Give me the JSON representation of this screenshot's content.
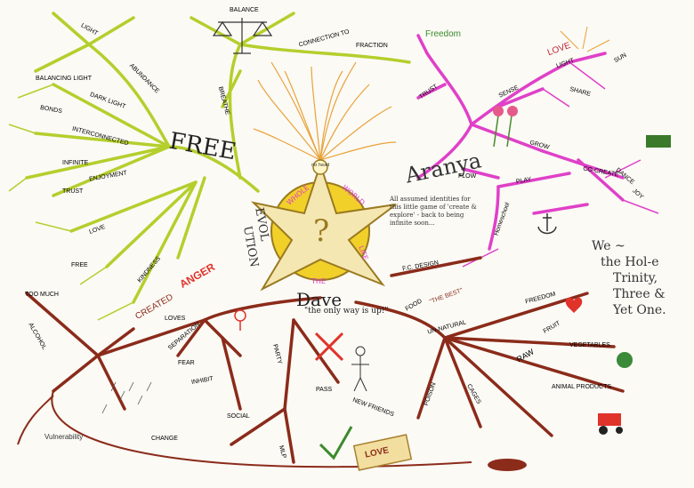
{
  "branches": {
    "free": {
      "label": "FREE",
      "color": "#b4cf2c"
    },
    "aranya": {
      "label": "Aranya",
      "color": "#e040c8"
    },
    "dave": {
      "label": "Dave",
      "color": "#8b2b1a"
    }
  },
  "center": {
    "question": "?",
    "head_note": "no head",
    "star_words": [
      "WHOLE",
      "WORLD",
      "LIFE",
      "THE"
    ],
    "side_words": [
      "EVOL",
      "UTION"
    ],
    "caption": "All assumed identities for this little game of 'create & explore' - back to being infinite soon..."
  },
  "free_labels": [
    "BALANCE",
    "CONNECTION TO",
    "FRACTION",
    "LIGHT",
    "BALANCING LIGHT",
    "DARK LIGHT",
    "ABUNDANCE",
    "INTERCONNECTED",
    "INFINITE",
    "FREE",
    "ENJOYMENT",
    "BONDS",
    "TRUST",
    "LOVE",
    "BREATHE",
    "KINDNESS"
  ],
  "aranya_labels": [
    "LOVE",
    "LIGHT",
    "Freedom",
    "SENSE",
    "SUN",
    "TRUST",
    "SHARE",
    "GROW",
    "CO-CREATE",
    "DANCE",
    "JOY",
    "PLAY",
    "FLOW",
    "Homeschool"
  ],
  "dave_labels": [
    "ANGER",
    "CREATED",
    "LOVES",
    "FEAR",
    "TOO MUCH",
    "ALCOHOL",
    "SEPARATION",
    "INHIBIT",
    "SOCIAL",
    "CHANGE",
    "Vulnerability",
    "PARTY",
    "MLP",
    "PASS",
    "NEW FRIENDS",
    "ANIMAL PRODUCTS",
    "VEGETABLES",
    "FRUIT",
    "RAW",
    "FOOD",
    "UN-NATURAL",
    "FREEDOM",
    "CAGES",
    "POISON"
  ],
  "notes": {
    "dave_slogan": "\"the only way is up!\"",
    "fc_design": "F.C. DESIGN",
    "love_stamp": "LOVE",
    "the_best": "\"THE BEST\""
  },
  "side_note": {
    "line1": "We ~",
    "line2": "the Hol-e",
    "line3": "Trinity,",
    "line4": "Three &",
    "line5": "Yet One."
  },
  "colors": {
    "star": "#f1d02a",
    "star_outline": "#9a7a20",
    "hair": "#e9a23a",
    "background": "#fbfaf5"
  }
}
